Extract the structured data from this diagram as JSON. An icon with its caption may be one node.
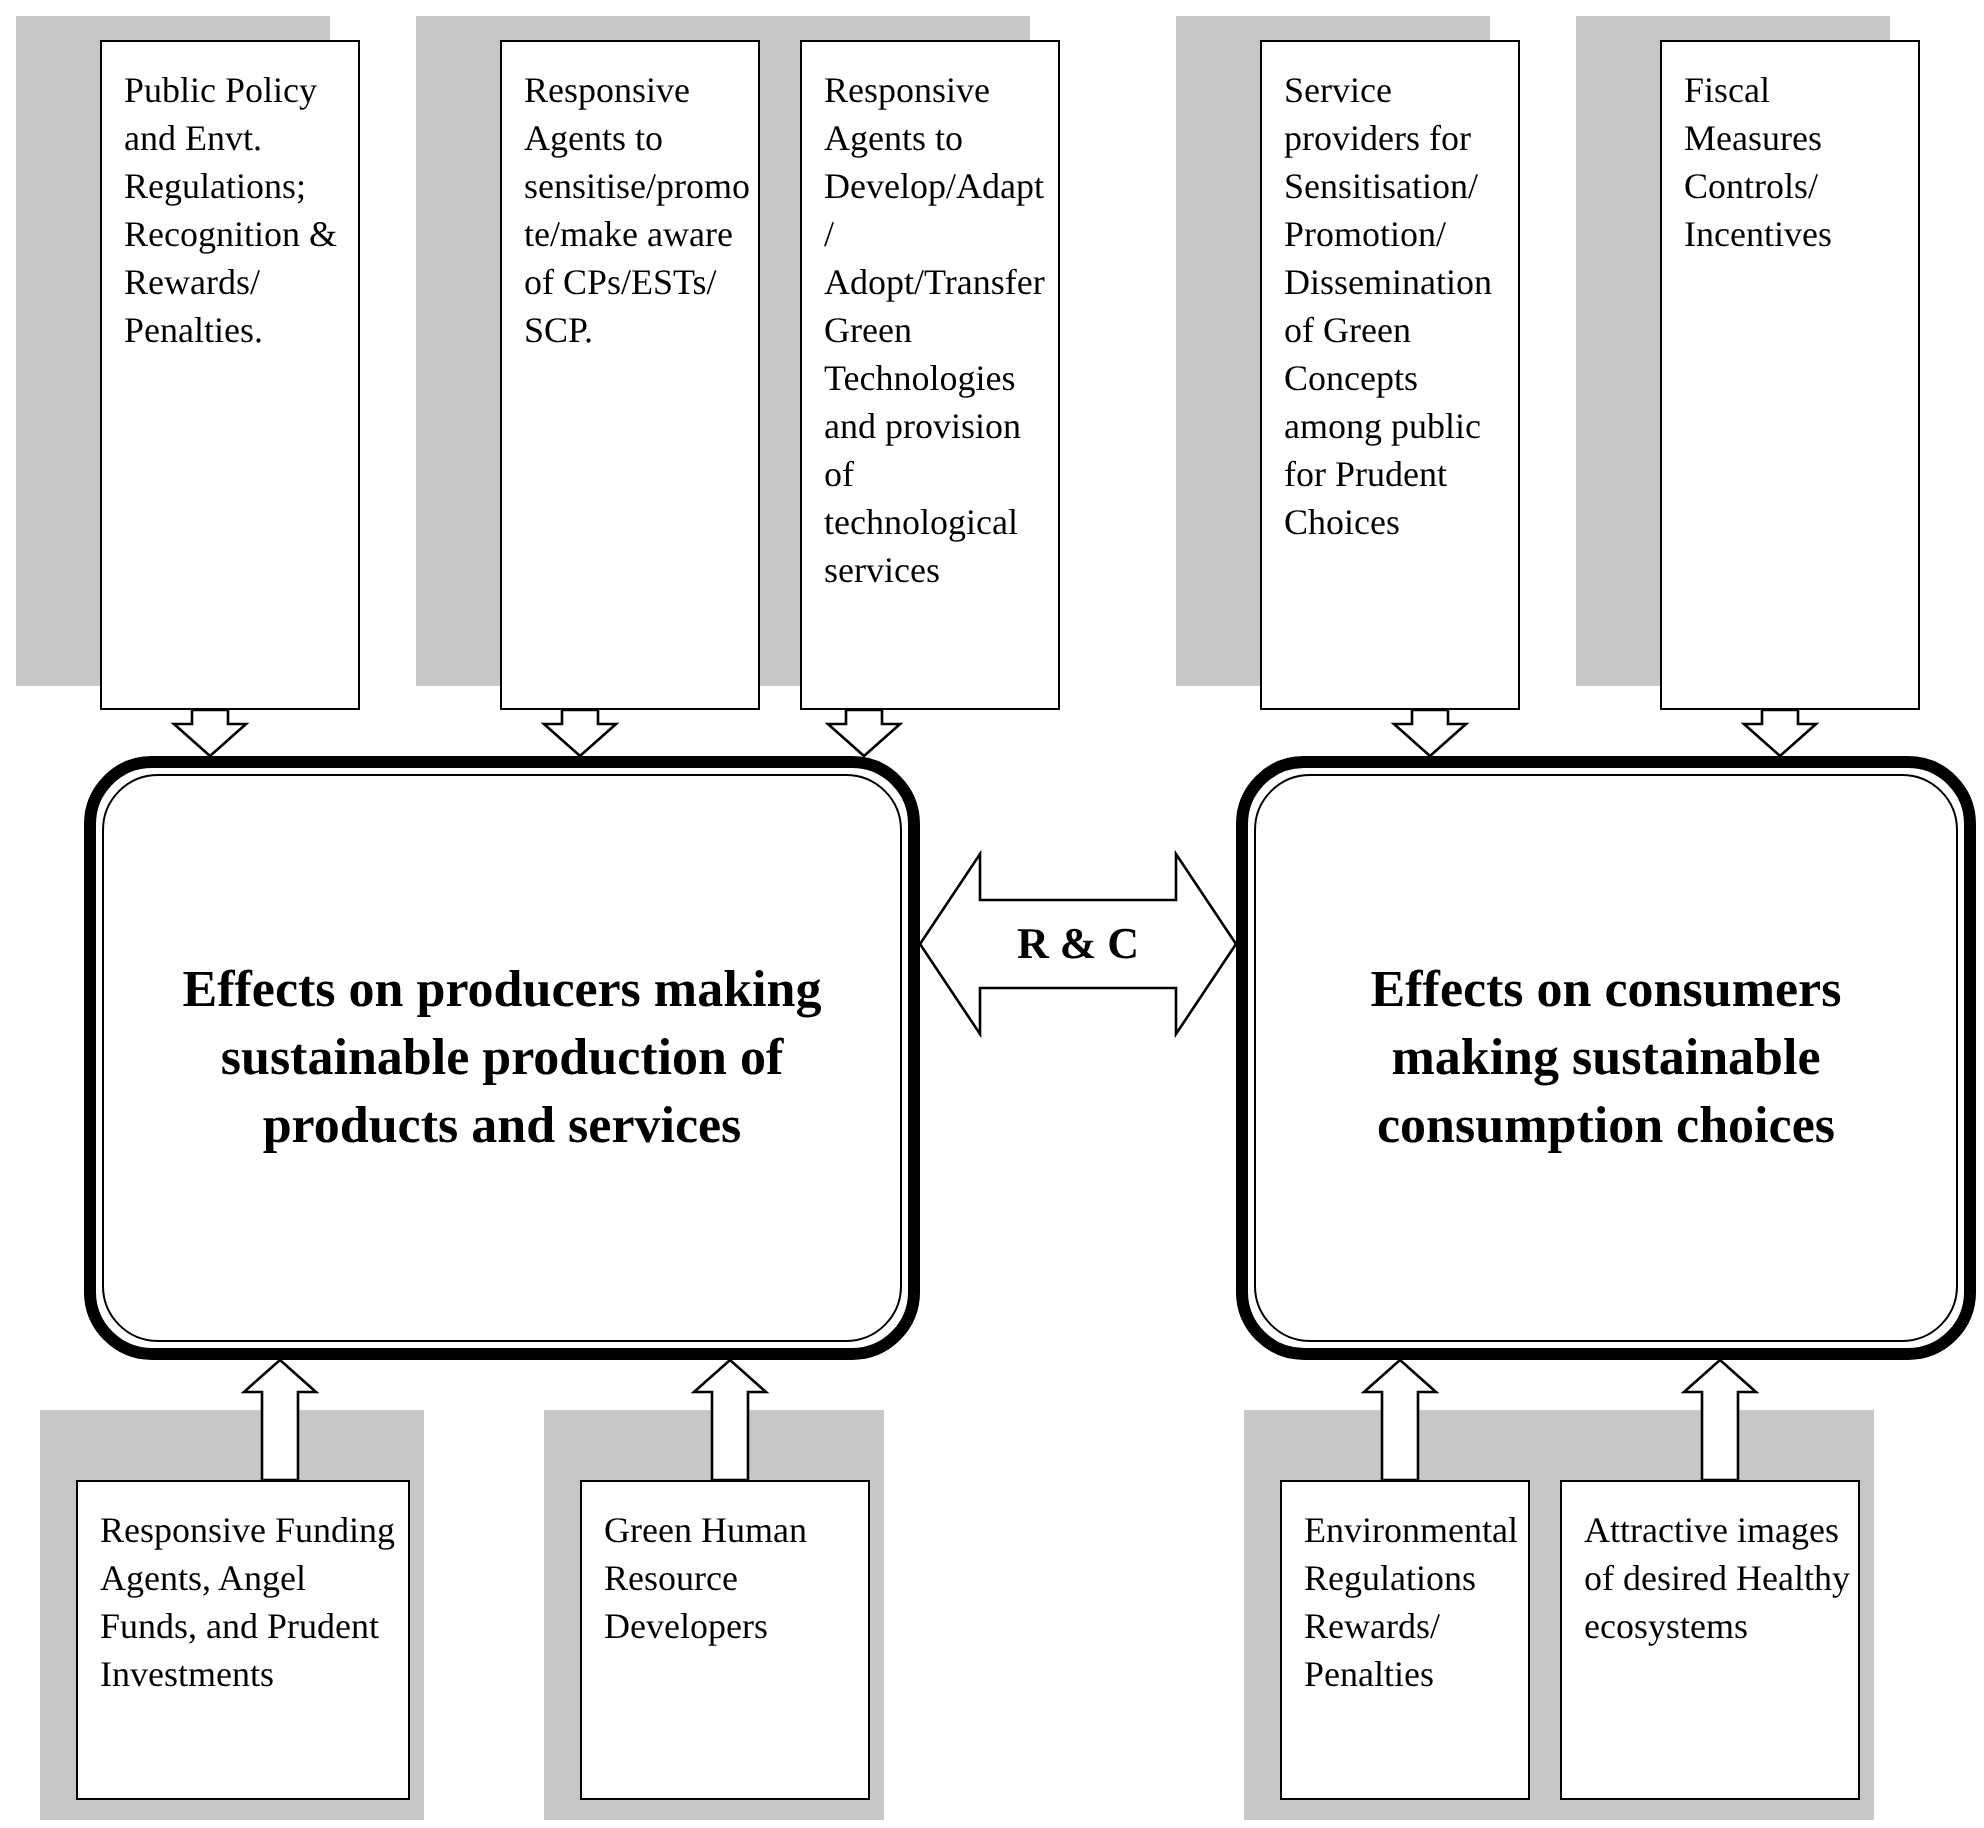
{
  "diagram": {
    "nodes": [
      {
        "text": [
          "Public Policy and Envt. Regulations; Recognition & Rewards/ Penalties."
        ]
      },
      {
        "text": [
          "Responsive Agents to sensitise/promote/make aware of CPs/ESTs/ SCP."
        ]
      },
      {
        "text": [
          "Responsive Agents to Develop/Adapt/ Adopt/Transfer Green Technologies and provision of technological services"
        ]
      },
      {
        "text": [
          "Service providers for Sensitisation/ Promotion/ Dissemination of Green Concepts among public for Prudent Choices"
        ]
      },
      {
        "text": [
          "Fiscal Measures Controls/ Incentives"
        ]
      },
      {
        "text": [
          "Effects on producers making sustainable production of products and services"
        ]
      },
      {
        "text": [
          "Effects on consumers making sustainable consumption choices"
        ]
      },
      {
        "text": [
          "Responsive Funding Agents, Angel Funds, and Prudent Investments"
        ]
      },
      {
        "text": [
          "Green Human Resource Developers"
        ]
      },
      {
        "text": [
          "Environmental Regulations Rewards/ Penalties"
        ]
      },
      {
        "text": [
          "Attractive images of desired Healthy ecosystems"
        ]
      }
    ],
    "edges": [
      {
        "from": 0,
        "to": 5,
        "arrow": "to"
      },
      {
        "from": 1,
        "to": 5,
        "arrow": "to"
      },
      {
        "from": 2,
        "to": 5,
        "arrow": "to"
      },
      {
        "from": 3,
        "to": 6,
        "arrow": "to"
      },
      {
        "from": 4,
        "to": 6,
        "arrow": "to"
      },
      {
        "from": 5,
        "to": 6,
        "arrow": "both",
        "label": "R & C"
      },
      {
        "from": 7,
        "to": 5,
        "arrow": "to"
      },
      {
        "from": 8,
        "to": 5,
        "arrow": "to"
      },
      {
        "from": 9,
        "to": 6,
        "arrow": "to"
      },
      {
        "from": 10,
        "to": 6,
        "arrow": "to"
      }
    ]
  }
}
